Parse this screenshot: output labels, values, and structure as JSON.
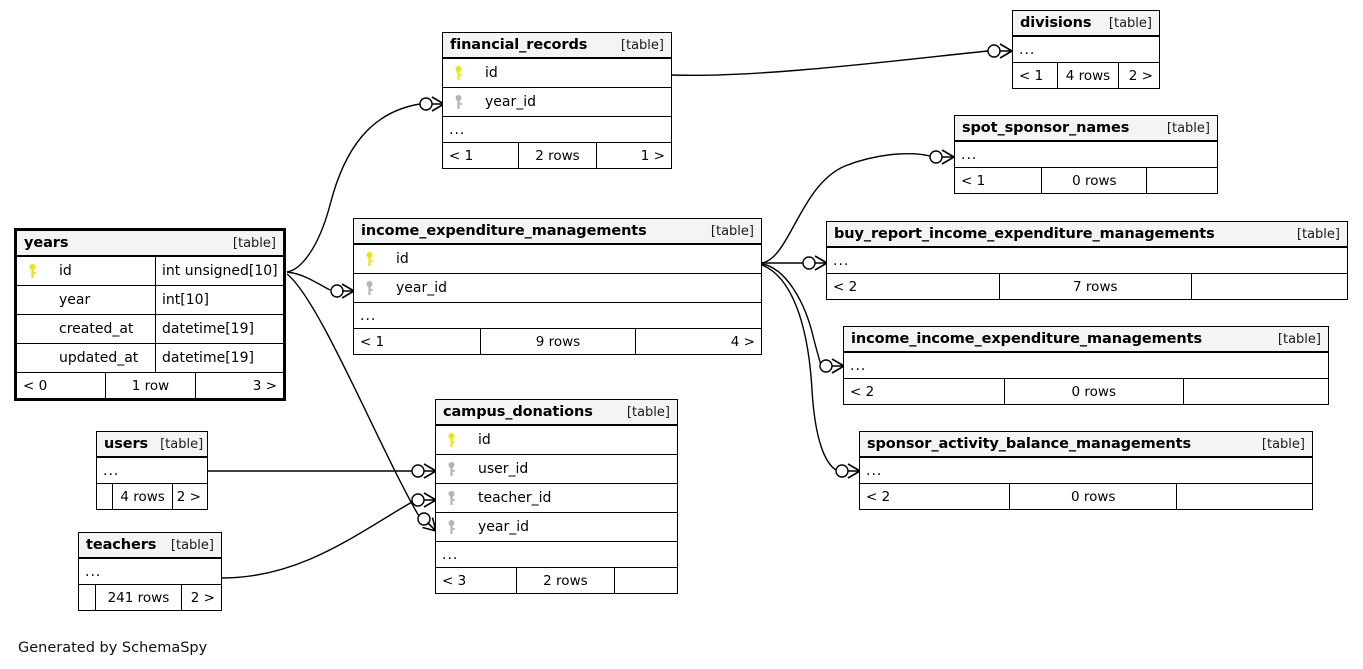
{
  "diagram": {
    "kind": "database-schema-erd",
    "generator_credit": "Generated by SchemaSpy",
    "type_tag": "[table]",
    "ellipsis": "...",
    "key_icon_primary": "key-icon-yellow",
    "key_icon_foreign": "key-icon-grey",
    "colors": {
      "primary_key": "#e8e800",
      "foreign_key": "#b4b4b4",
      "header_bg": "#f4f4f4",
      "border": "#000000",
      "background": "#ffffff"
    }
  },
  "tables": {
    "years": {
      "name": "years",
      "tag": "[table]",
      "focal": true,
      "columns": [
        {
          "name": "id",
          "type": "int unsigned[10]",
          "key": "primary"
        },
        {
          "name": "year",
          "type": "int[10]",
          "key": "none"
        },
        {
          "name": "created_at",
          "type": "datetime[19]",
          "key": "none"
        },
        {
          "name": "updated_at",
          "type": "datetime[19]",
          "key": "none"
        }
      ],
      "footer": {
        "left": "< 0",
        "mid": "1 row",
        "right": "3 >"
      }
    },
    "financial_records": {
      "name": "financial_records",
      "tag": "[table]",
      "focal": false,
      "columns": [
        {
          "name": "id",
          "type": "",
          "key": "primary"
        },
        {
          "name": "year_id",
          "type": "",
          "key": "foreign"
        }
      ],
      "has_ellipsis_row": true,
      "footer": {
        "left": "< 1",
        "mid": "2 rows",
        "right": "1 >"
      }
    },
    "income_expenditure_managements": {
      "name": "income_expenditure_managements",
      "tag": "[table]",
      "focal": false,
      "columns": [
        {
          "name": "id",
          "type": "",
          "key": "primary"
        },
        {
          "name": "year_id",
          "type": "",
          "key": "foreign"
        }
      ],
      "has_ellipsis_row": true,
      "footer": {
        "left": "< 1",
        "mid": "9 rows",
        "right": "4 >"
      }
    },
    "campus_donations": {
      "name": "campus_donations",
      "tag": "[table]",
      "focal": false,
      "columns": [
        {
          "name": "id",
          "type": "",
          "key": "primary"
        },
        {
          "name": "user_id",
          "type": "",
          "key": "foreign"
        },
        {
          "name": "teacher_id",
          "type": "",
          "key": "foreign"
        },
        {
          "name": "year_id",
          "type": "",
          "key": "foreign"
        }
      ],
      "has_ellipsis_row": true,
      "footer": {
        "left": "< 3",
        "mid": "2 rows",
        "right": ""
      }
    },
    "divisions": {
      "name": "divisions",
      "tag": "[table]",
      "focal": false,
      "columns": [],
      "has_ellipsis_row": true,
      "footer": {
        "left": "< 1",
        "mid": "4 rows",
        "right": "2 >"
      }
    },
    "spot_sponsor_names": {
      "name": "spot_sponsor_names",
      "tag": "[table]",
      "focal": false,
      "columns": [],
      "has_ellipsis_row": true,
      "footer": {
        "left": "< 1",
        "mid": "0 rows",
        "right": ""
      }
    },
    "buy_report_income_expenditure_managements": {
      "name": "buy_report_income_expenditure_managements",
      "tag": "[table]",
      "focal": false,
      "columns": [],
      "has_ellipsis_row": true,
      "footer": {
        "left": "< 2",
        "mid": "7 rows",
        "right": ""
      }
    },
    "income_income_expenditure_managements": {
      "name": "income_income_expenditure_managements",
      "tag": "[table]",
      "focal": false,
      "columns": [],
      "has_ellipsis_row": true,
      "footer": {
        "left": "< 2",
        "mid": "0 rows",
        "right": ""
      }
    },
    "sponsor_activity_balance_managements": {
      "name": "sponsor_activity_balance_managements",
      "tag": "[table]",
      "focal": false,
      "columns": [],
      "has_ellipsis_row": true,
      "footer": {
        "left": "< 2",
        "mid": "0 rows",
        "right": ""
      }
    },
    "users": {
      "name": "users",
      "tag": "[table]",
      "focal": false,
      "columns": [],
      "has_ellipsis_row": true,
      "footer": {
        "left": "",
        "mid": "4 rows",
        "right": "2 >"
      }
    },
    "teachers": {
      "name": "teachers",
      "tag": "[table]",
      "focal": false,
      "columns": [],
      "has_ellipsis_row": true,
      "footer": {
        "left": "",
        "mid": "241 rows",
        "right": "2 >"
      }
    }
  },
  "relationships": [
    {
      "from": "years",
      "to": "financial_records",
      "on": "year_id"
    },
    {
      "from": "years",
      "to": "income_expenditure_managements",
      "on": "year_id"
    },
    {
      "from": "years",
      "to": "campus_donations",
      "on": "year_id"
    },
    {
      "from": "financial_records",
      "to": "divisions",
      "on": ""
    },
    {
      "from": "income_expenditure_managements",
      "to": "spot_sponsor_names",
      "on": ""
    },
    {
      "from": "income_expenditure_managements",
      "to": "buy_report_income_expenditure_managements",
      "on": ""
    },
    {
      "from": "income_expenditure_managements",
      "to": "income_income_expenditure_managements",
      "on": ""
    },
    {
      "from": "income_expenditure_managements",
      "to": "sponsor_activity_balance_managements",
      "on": ""
    },
    {
      "from": "users",
      "to": "campus_donations",
      "on": "user_id"
    },
    {
      "from": "teachers",
      "to": "campus_donations",
      "on": "teacher_id"
    }
  ]
}
